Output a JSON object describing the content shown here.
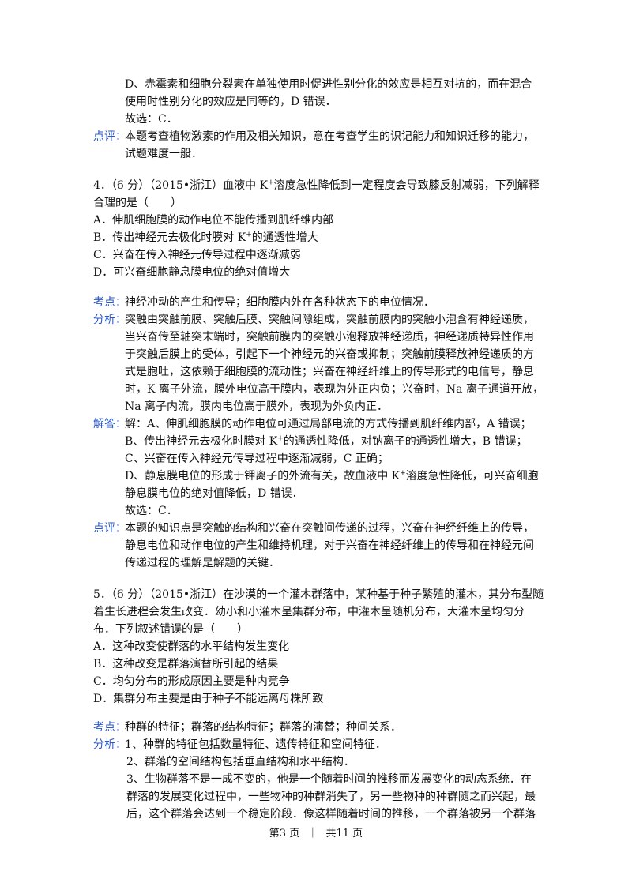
{
  "top": {
    "d_line1": "D、赤霉素和细胞分裂素在单独使用时促进性别分化的效应是相互对抗的，而在混合",
    "d_line2": "使用时性别分化的效应是同等的，D 错误．",
    "choice": "故选：C．",
    "review_label": "点评：",
    "review_line1": "本题考查植物激素的作用及相关知识，意在考查学生的识记能力和知识迁移的能力，",
    "review_line2": "试题难度一般．"
  },
  "q4": {
    "stem1_a": "4．（6 分）（2015•浙江）血液中 K",
    "stem1_sup": "+",
    "stem1_b": "溶度急性降低到一定程度会导致膝反射减弱，下列解释",
    "stem2": "合理的是（　　）",
    "optA": "A．伸肌细胞膜的动作电位不能传播到肌纤维内部",
    "optB_a": "B．传出神经元去极化时膜对 K",
    "optB_sup": "+",
    "optB_b": "的通透性增大",
    "optC": "C．兴奋在传入神经元传导过程中逐渐减弱",
    "optD": "D．可兴奋细胞静息膜电位的绝对值增大",
    "kaodian_label": "考点：",
    "kaodian": "神经冲动的产生和传导；细胞膜内外在各种状态下的电位情况．",
    "fenxi_label": "分析：",
    "fenxi": [
      "突触由突触前膜、突触后膜、突触间隙组成，突触前膜内的突触小泡含有神经递质，",
      "当兴奋传至轴突末端时，突触前膜内的突触小泡释放神经递质，神经递质特异性作用",
      "于突触后膜上的受体，引起下一个神经元的兴奋或抑制；突触前膜释放神经递质的方",
      "式是胞吐，这依赖于细胞膜的流动性；兴奋在神经纤维上的传导形式的电信号，静息",
      "时，K 离子外流，膜外电位高于膜内，表现为外正内负；兴奋时，Na 离子通道开放，",
      "Na 离子内流，膜内电位高于膜外，表现为外负内正．"
    ],
    "jieda_label": "解答：",
    "jieda1": "解：A、伸肌细胞膜的动作电位可通过局部电流的方式传播到肌纤维内部，A 错误；",
    "jieda2_a": "B、传出神经元去极化时膜对 K",
    "jieda2_sup": "+",
    "jieda2_b": "的通透性降低，对钠离子的通透性增大，B 错误；",
    "jieda3": "C、兴奋在传入神经元传导过程中逐渐减弱，C 正确；",
    "jieda4_a": "D、静息膜电位的形成于钾离子的外流有关，故血液中 K",
    "jieda4_sup": "+",
    "jieda4_b": "溶度急性降低，可兴奋细胞",
    "jieda5": "静息膜电位的绝对值降低，D 错误．",
    "choice": "故选：C．",
    "review_label": "点评：",
    "review": [
      "本题的知识点是突触的结构和兴奋在突触间传递的过程，兴奋在神经纤维上的传导，",
      "静息电位和动作电位的产生和维持机理，对于兴奋在神经纤维上的传导和在神经元间",
      "传递过程的理解是解题的关键．"
    ]
  },
  "q5": {
    "stem": [
      "5．（6 分）（2015•浙江）在沙漠的一个灌木群落中，某种基于种子繁殖的灌木，其分布型随",
      "着生长进程会发生改变．幼小和小灌木呈集群分布，中灌木呈随机分布，大灌木呈均匀分",
      "布．下列叙述错误的是（　　）"
    ],
    "optA": "A．这种改变使群落的水平结构发生变化",
    "optB": "B．这种改变是群落演替所引起的结果",
    "optC": "C．均匀分布的形成原因主要是种内竞争",
    "optD": "D．集群分布主要是由于种子不能远离母株所致",
    "kaodian_label": "考点：",
    "kaodian": "种群的特征；群落的结构特征；群落的演替；种间关系．",
    "fenxi_label": "分析：",
    "fenxi1": "1、种群的特征包括数量特征、遗传特征和空间特征．",
    "fenxi2": "2、群落的空间结构包括垂直结构和水平结构．",
    "fenxi3": "3、生物群落不是一成不变的，他是一个随着时间的推移而发展变化的动态系统．在",
    "fenxi4": "群落的发展变化过程中，一些物种的种群消失了，另一些物种的种群随之而兴起，最",
    "fenxi5": "后，这个群落会达到一个稳定阶段．像这样随着时间的推移，一个群落被另一个群落"
  },
  "footer": {
    "page": "第3 页",
    "sep": "｜",
    "total": "共11 页"
  },
  "colors": {
    "label": "#2b57c9",
    "text": "#111111"
  }
}
